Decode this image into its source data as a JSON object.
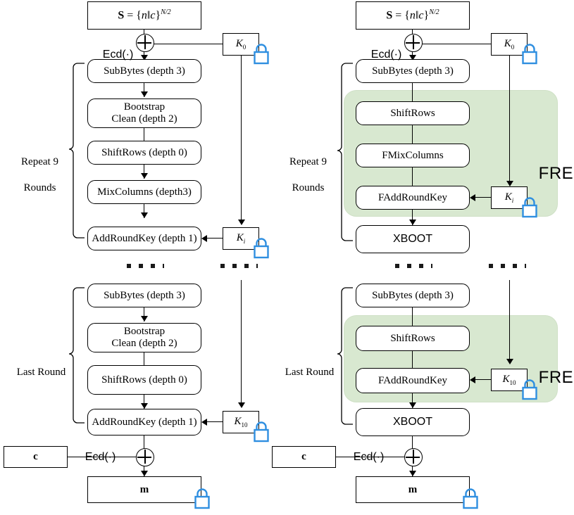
{
  "diagram": {
    "title": "AES homomorphic evaluation circuits: baseline (left) vs XBOOT-optimised (right)",
    "colors": {
      "lock_blue": "#2f8fe0",
      "free_region_green": "#d8e8d0",
      "line_black": "#000000",
      "box_fill": "#ffffff"
    },
    "icons": {
      "padlock": "padlock-icon",
      "xor": "xor-circle-icon",
      "ellipsis": "ellipsis-dots-icon"
    }
  },
  "left": {
    "state_box": "S = {n||c}^{N/2}",
    "state_box_parts": {
      "lhs": "S",
      "eq": "=",
      "set": "{n‖c}",
      "exp": "N/2"
    },
    "ecd_label": "Ecd(·)",
    "key0": "K",
    "key0_sub": "0",
    "keyi": "K",
    "keyi_sub": "i",
    "key10": "K",
    "key10_sub": "10",
    "repeat_label": "Repeat 9\nRounds",
    "last_round_label": "Last Round",
    "round_steps": [
      "SubBytes (depth 3)",
      "Bootstrap\nClean (depth 2)",
      "ShiftRows (depth 0)",
      "MixColumns (depth3)",
      "AddRoundKey (depth 1)"
    ],
    "last_round_steps": [
      "SubBytes (depth 3)",
      "Bootstrap\nClean (depth 2)",
      "ShiftRows (depth 0)",
      "AddRoundKey (depth 1)"
    ],
    "ciphertext_box": "c",
    "ecd_label_bottom": "Ecd(·)",
    "message_box": "m"
  },
  "right": {
    "state_box": "S = {n||c}^{N/2}",
    "state_box_parts": {
      "lhs": "S",
      "eq": "=",
      "set": "{n‖c}",
      "exp": "N/2"
    },
    "ecd_label": "Ecd(·)",
    "key0": "K",
    "key0_sub": "0",
    "keyi": "K",
    "keyi_sub": "i",
    "key10": "K",
    "key10_sub": "10",
    "repeat_label": "Repeat 9\nRounds",
    "last_round_label": "Last Round",
    "free_label": "FREE",
    "round_steps": [
      "SubBytes (depth 3)",
      "ShiftRows",
      "FMixColumns",
      "FAddRoundKey",
      "XBOOT"
    ],
    "last_round_steps": [
      "SubBytes (depth 3)",
      "ShiftRows",
      "FAddRoundKey",
      "XBOOT"
    ],
    "ciphertext_box": "c",
    "ecd_label_bottom": "Ecd(·)",
    "message_box": "m"
  }
}
